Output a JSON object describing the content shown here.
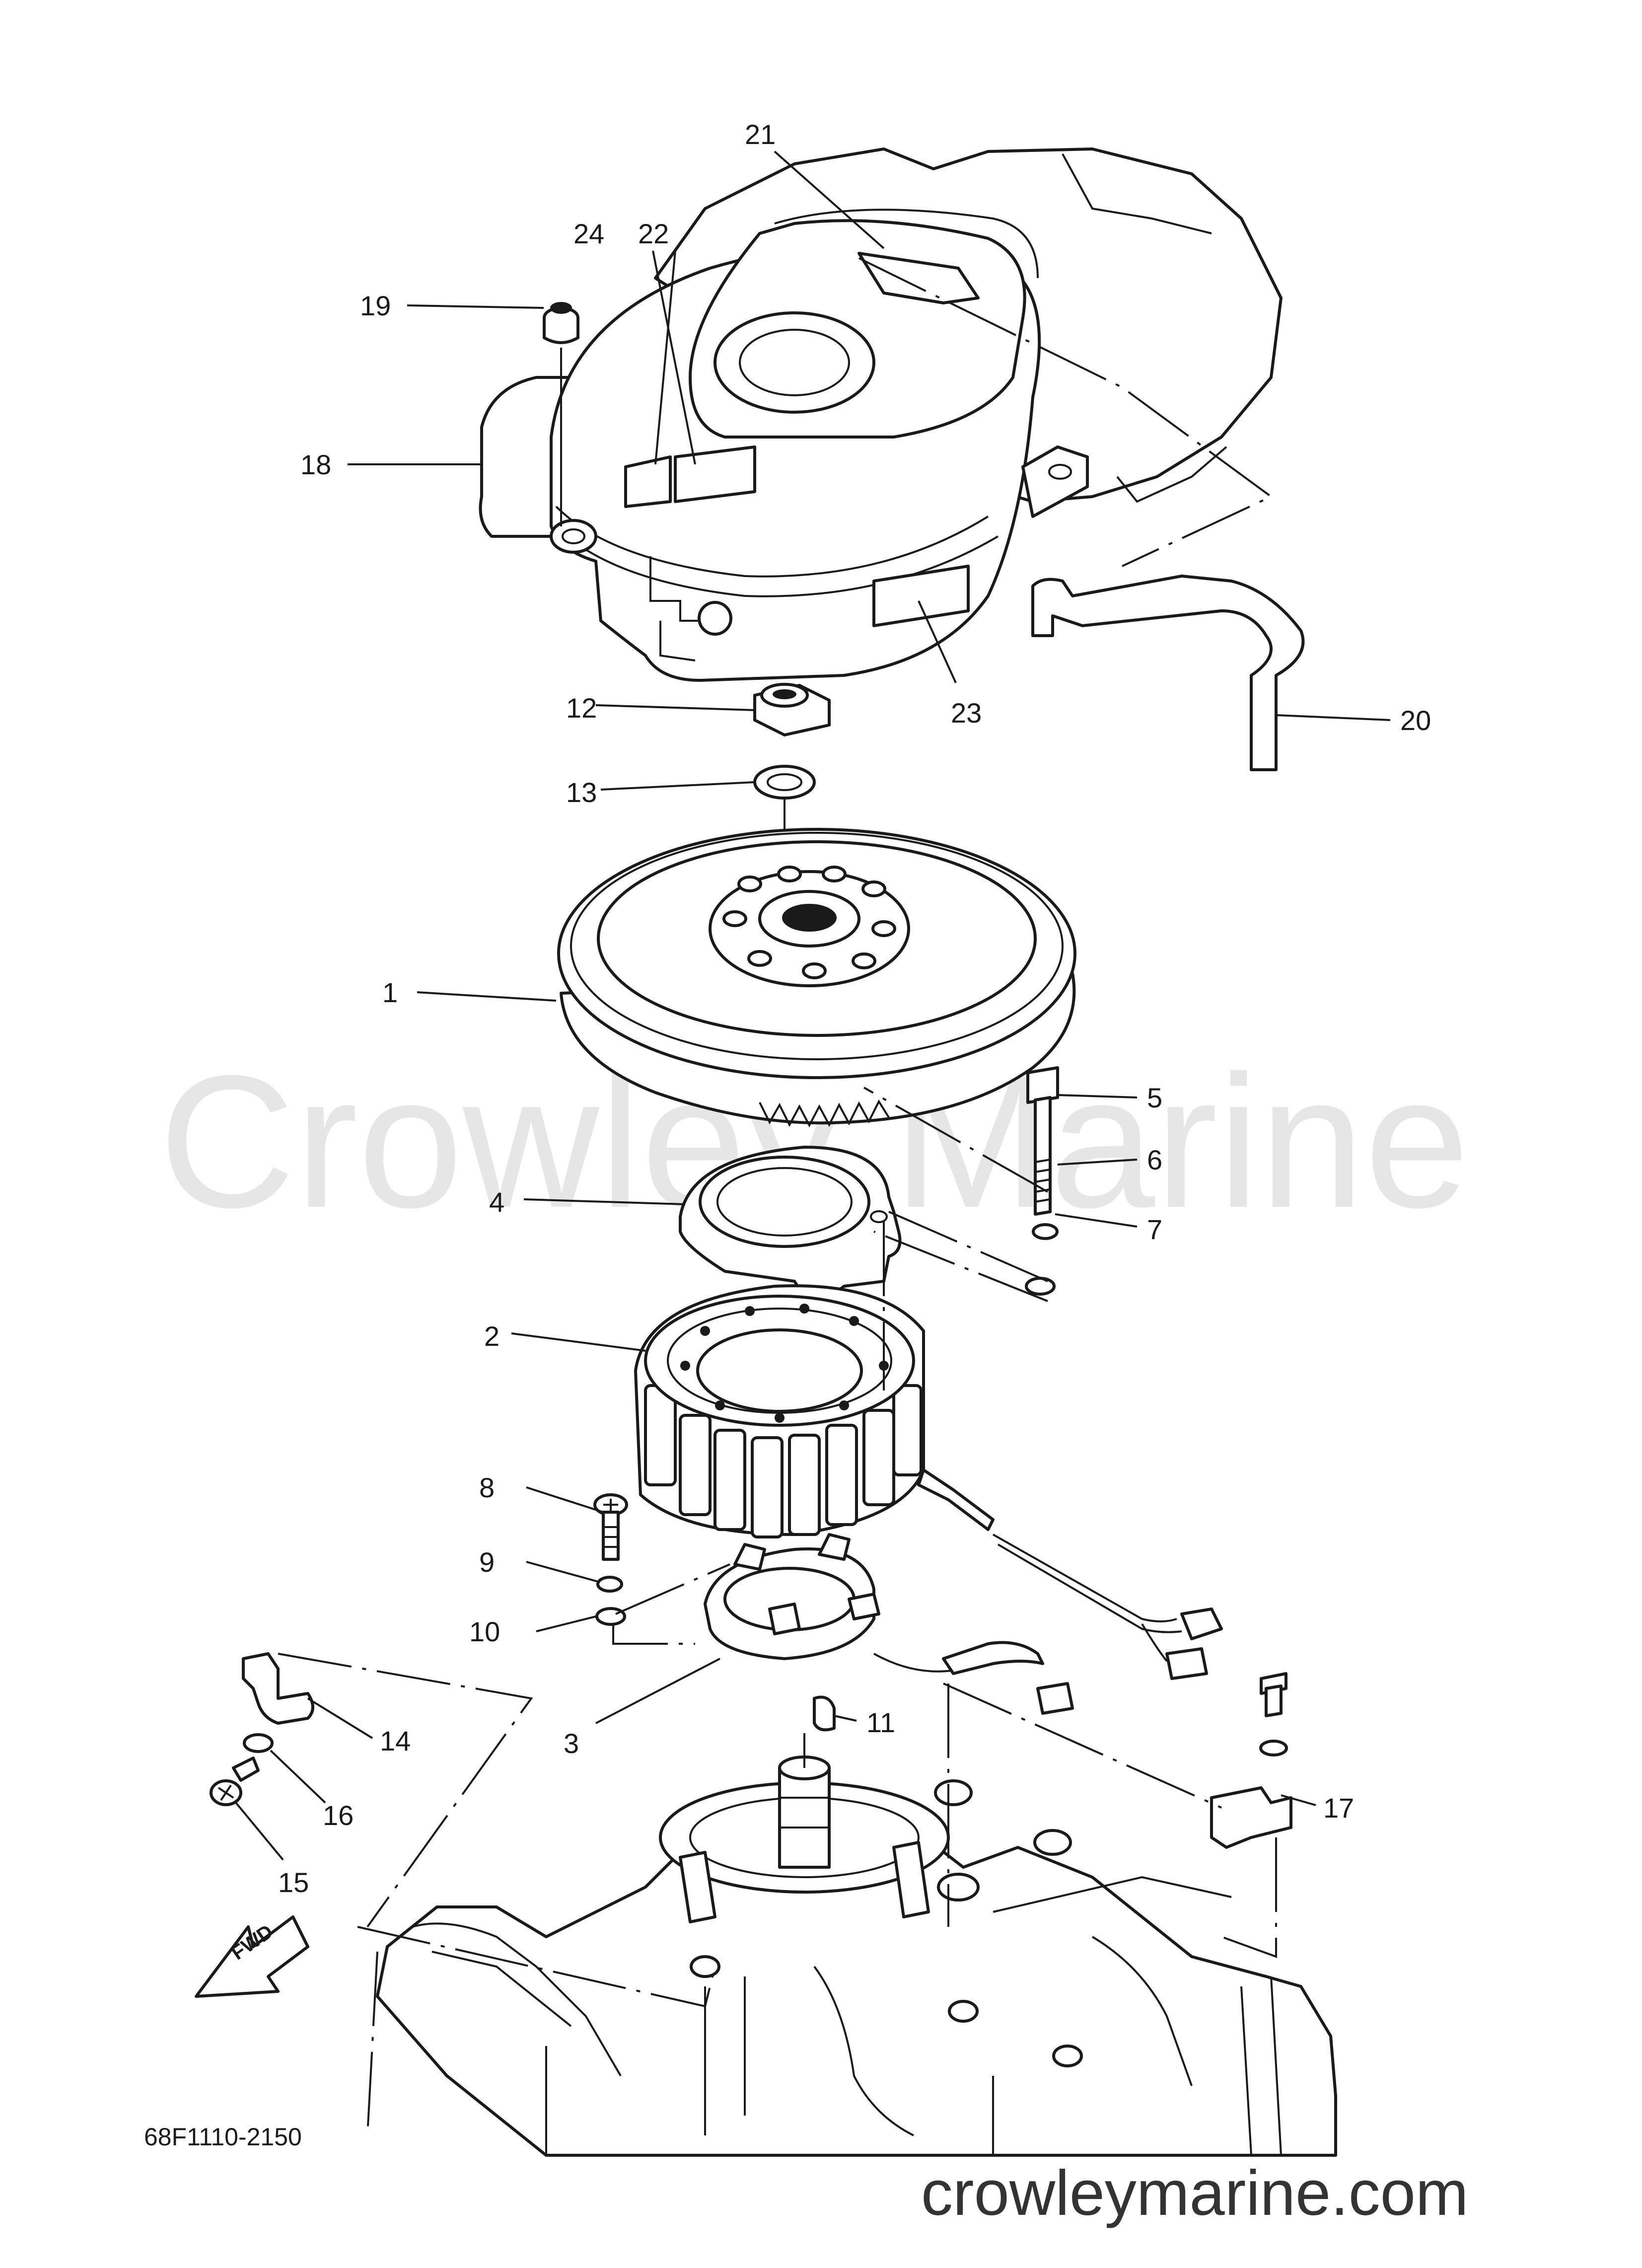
{
  "diagram": {
    "drawing_code": "68F1110-2150",
    "watermark": "Crowley Marine",
    "footer_url": "crowleymarine.com",
    "direction_label": "FWD",
    "callouts": [
      "1",
      "2",
      "3",
      "4",
      "5",
      "6",
      "7",
      "8",
      "9",
      "10",
      "11",
      "12",
      "13",
      "14",
      "15",
      "16",
      "17",
      "18",
      "19",
      "20",
      "21",
      "22",
      "23",
      "24"
    ]
  }
}
